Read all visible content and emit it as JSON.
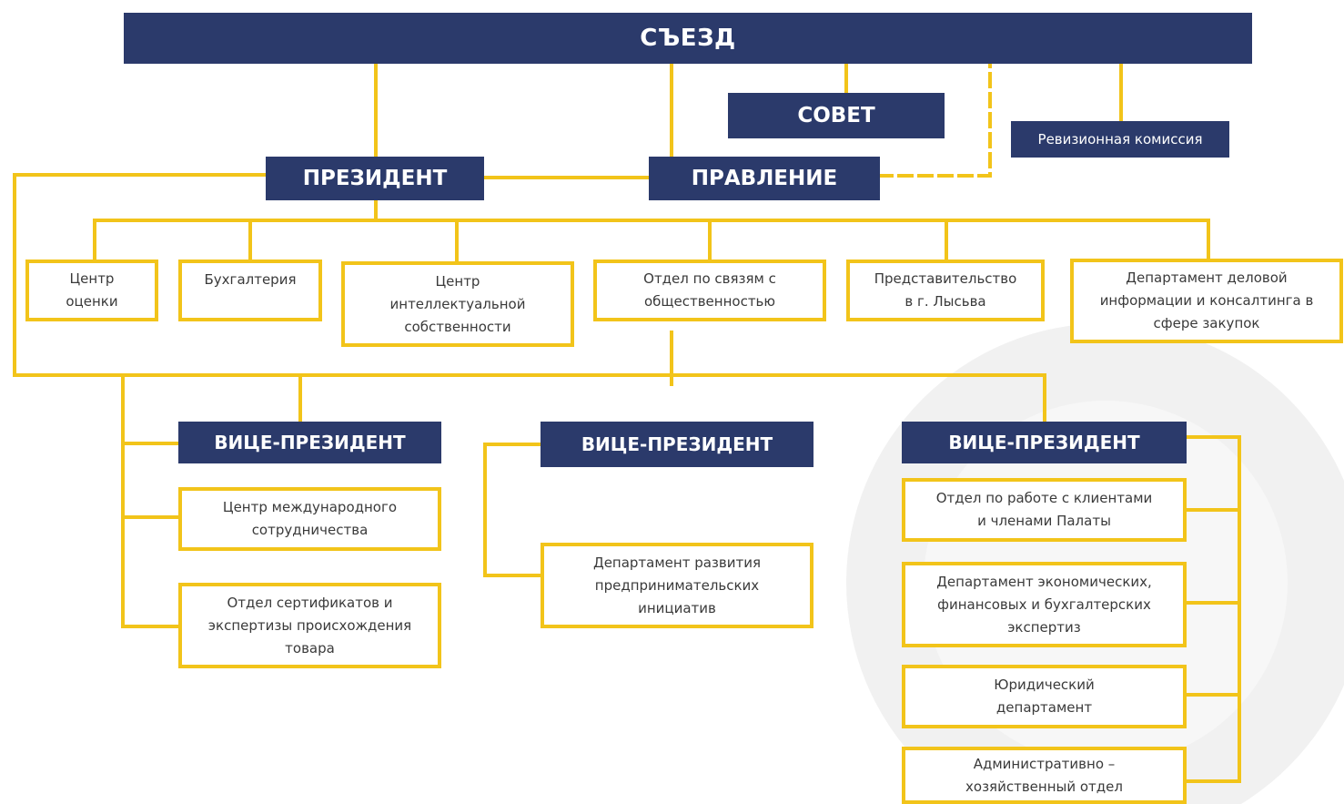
{
  "colors": {
    "navy": "#2b3a6b",
    "gold": "#f2c41a",
    "watermark": "#f0f0f0"
  },
  "congress": "СЪЕЗД",
  "council": "СОВЕТ",
  "audit_commission": "Ревизионная комиссия",
  "president": "ПРЕЗИДЕНТ",
  "board": "ПРАВЛЕНИЕ",
  "departments": [
    "Центр\nоценки",
    "Бухгалтерия",
    "Центр\nинтеллектуальной\nсобственности",
    "Отдел по связям с\nобщественностью",
    "Представительство\nв г. Лысьва",
    "Департамент деловой\nинформации и консалтинга в\nсфере закупок"
  ],
  "vp_left": {
    "title": "ВИЦЕ-ПРЕЗИДЕНТ",
    "units": [
      "Центр международного\nсотрудничества",
      "Отдел сертификатов и\nэкспертизы происхождения\nтовара"
    ]
  },
  "vp_center": {
    "title": "ВИЦЕ-ПРЕЗИДЕНТ",
    "units": [
      "Департамент развития\nпредпринимательских\nинициатив"
    ]
  },
  "vp_right": {
    "title": "ВИЦЕ-ПРЕЗИДЕНТ",
    "units": [
      "Отдел по работе с клиентами\nи членами Палаты",
      "Департамент экономических,\nфинансовых и бухгалтерских\nэкспертиз",
      "Юридический\nдепартамент",
      "Административно –\nхозяйственный отдел"
    ]
  }
}
